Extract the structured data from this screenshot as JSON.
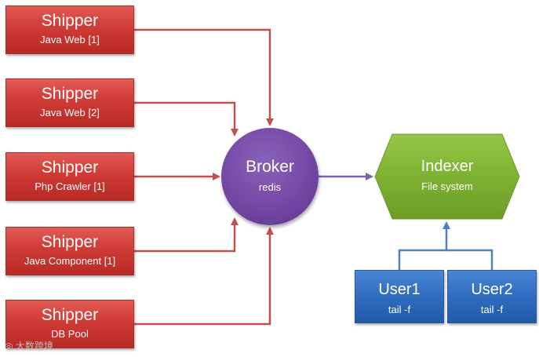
{
  "shippers": [
    {
      "title": "Shipper",
      "subtitle": "Java Web [1]"
    },
    {
      "title": "Shipper",
      "subtitle": "Java Web [2]"
    },
    {
      "title": "Shipper",
      "subtitle": "Php Crawler [1]"
    },
    {
      "title": "Shipper",
      "subtitle": "Java Component [1]"
    },
    {
      "title": "Shipper",
      "subtitle": "DB Pool"
    }
  ],
  "broker": {
    "title": "Broker",
    "subtitle": "redis"
  },
  "indexer": {
    "title": "Indexer",
    "subtitle": "File system"
  },
  "users": [
    {
      "title": "User1",
      "subtitle": "tail -f"
    },
    {
      "title": "User2",
      "subtitle": "tail -f"
    }
  ],
  "watermark": "大数跨境",
  "colors": {
    "shipper": "#cf3b36",
    "broker": "#7245a3",
    "indexer": "#7fb233",
    "user": "#2f6cc0",
    "arrow_red": "#c0504d",
    "arrow_purple": "#7f63a8",
    "arrow_blue": "#4f81bd"
  }
}
